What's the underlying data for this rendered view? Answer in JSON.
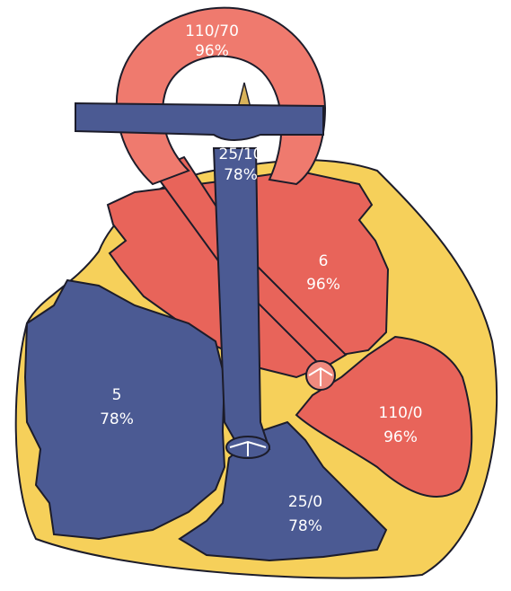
{
  "colors": {
    "background": "#ffffff",
    "oxygenated_blood": "#e8645a",
    "oxygenated_light": "#f08a7e",
    "deoxygenated_blood": "#4b5a93",
    "heart_wall": "#f6d05a",
    "outline": "#1c1c2a",
    "label_text": "#ffffff"
  },
  "regions": {
    "aorta": {
      "pressure": "110/70",
      "saturation": "96%"
    },
    "pulmonary_artery": {
      "pressure": "25/10",
      "saturation": "78%"
    },
    "left_atrium": {
      "pressure": "6",
      "saturation": "96%"
    },
    "right_atrium": {
      "pressure": "5",
      "saturation": "78%"
    },
    "left_ventricle": {
      "pressure": "110/0",
      "saturation": "96%"
    },
    "right_ventricle": {
      "pressure": "25/0",
      "saturation": "78%"
    }
  }
}
